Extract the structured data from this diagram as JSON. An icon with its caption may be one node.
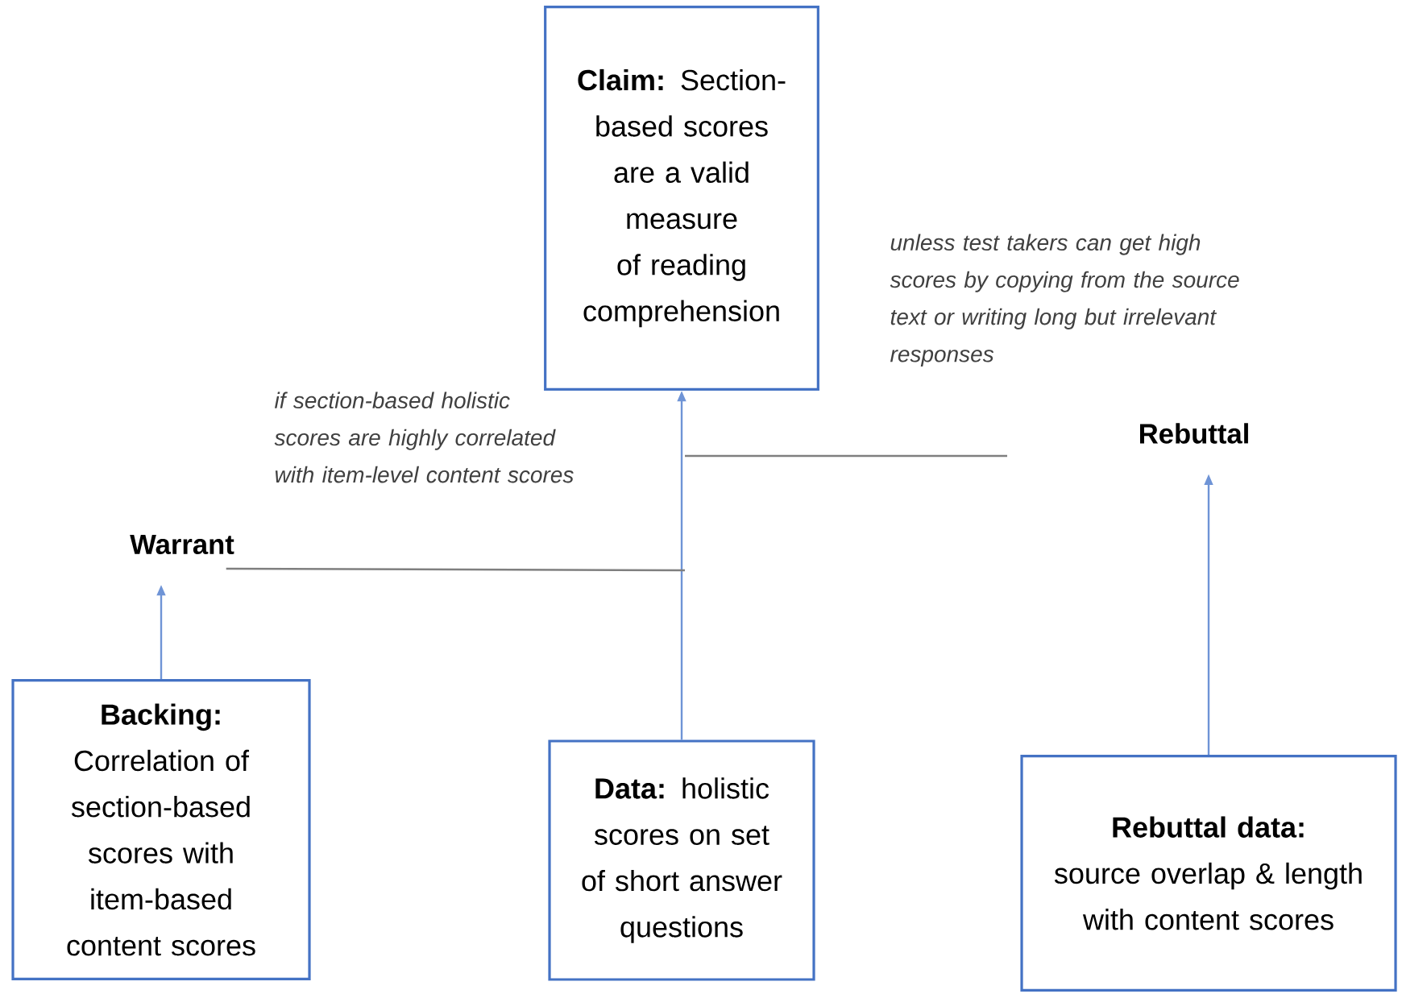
{
  "diagram": {
    "nodes": [
      {
        "text": [
          "**Claim:** Section-based scores are a valid measure of reading comprehension"
        ]
      },
      {
        "text": [
          "Warrant"
        ]
      },
      {
        "text": [
          "Rebuttal"
        ]
      },
      {
        "text": [
          "Backing:",
          "Correlation of section-based scores with item-based content scores"
        ]
      },
      {
        "text": [
          "**Data:** holistic scores on set of short answer questions"
        ]
      },
      {
        "text": [
          "Rebuttal data:",
          "source overlap & length with content scores"
        ]
      }
    ],
    "edges": [
      {
        "from": 4,
        "to": 0,
        "arrow": "to"
      },
      {
        "from": 1,
        "to": null,
        "arrow": "none",
        "color": "#7f7f7f"
      },
      {
        "from": 3,
        "to": 1,
        "arrow": "to"
      },
      {
        "from": 5,
        "to": 2,
        "arrow": "to"
      }
    ],
    "labels": [
      "unless test takers can get high scores by copying from the source text or writing long but irrelevant responses",
      "if section-based holistic scores are highly correlated with item-level content scores"
    ]
  }
}
